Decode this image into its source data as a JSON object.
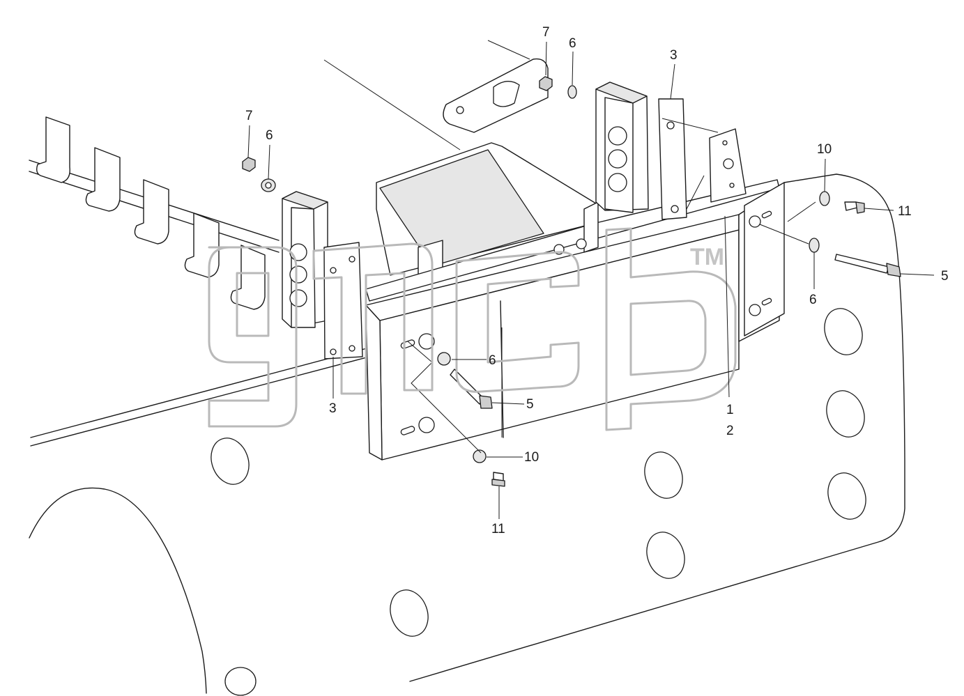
{
  "callouts": [
    {
      "id": "c7a",
      "label": "7"
    },
    {
      "id": "c6a",
      "label": "6"
    },
    {
      "id": "c3a",
      "label": "3"
    },
    {
      "id": "c7b",
      "label": "7"
    },
    {
      "id": "c6b",
      "label": "6"
    },
    {
      "id": "c10a",
      "label": "10"
    },
    {
      "id": "c11a",
      "label": "11"
    },
    {
      "id": "c5a",
      "label": "5"
    },
    {
      "id": "c6c",
      "label": "6"
    },
    {
      "id": "c6d",
      "label": "6"
    },
    {
      "id": "c5b",
      "label": "5"
    },
    {
      "id": "c3b",
      "label": "3"
    },
    {
      "id": "c1",
      "label": "1"
    },
    {
      "id": "c2",
      "label": "2"
    },
    {
      "id": "c10b",
      "label": "10"
    },
    {
      "id": "c11b",
      "label": "11"
    }
  ],
  "watermark": {
    "trademark": "TM"
  },
  "colors": {
    "line": "#1a1a1a",
    "watermark": "#b9b9b9",
    "background": "#ffffff"
  }
}
